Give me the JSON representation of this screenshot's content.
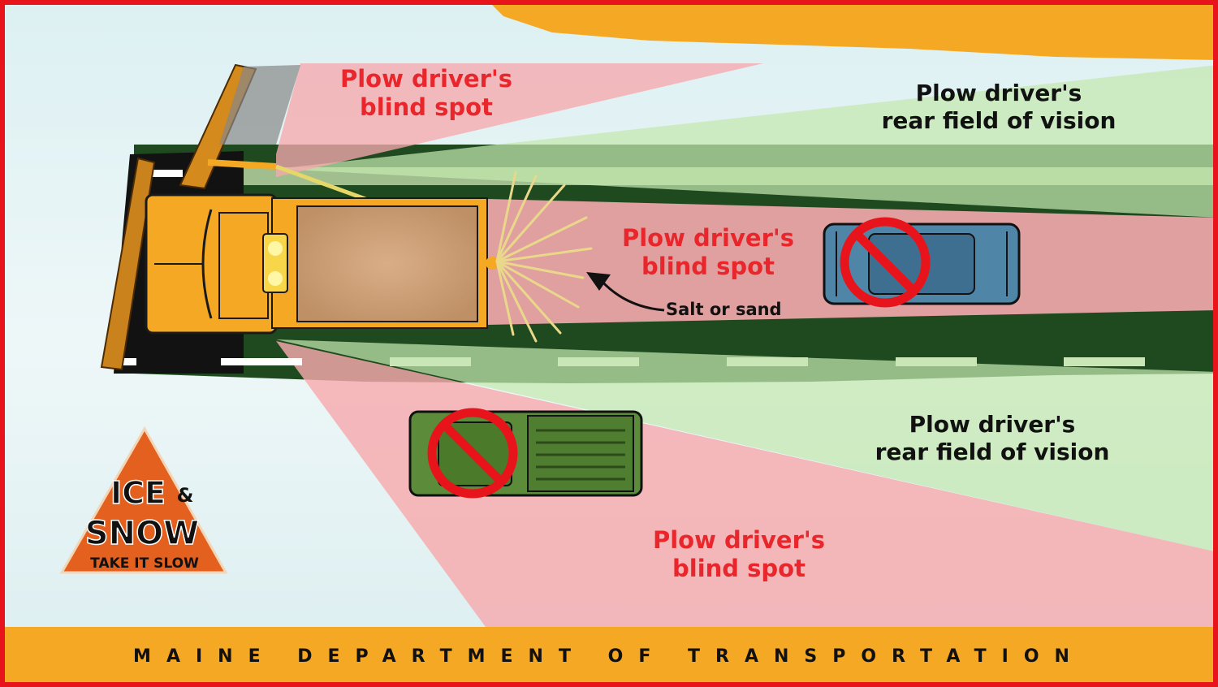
{
  "labels": {
    "blind_spot_top": [
      "Plow driver's",
      "blind spot"
    ],
    "rear_vision_top": [
      "Plow driver's",
      "rear field of vision"
    ],
    "blind_spot_middle": [
      "Plow driver's",
      "blind spot"
    ],
    "salt_or_sand": "Salt or sand",
    "rear_vision_bottom": [
      "Plow driver's",
      "rear field of vision"
    ],
    "blind_spot_bottom": [
      "Plow driver's",
      "blind spot"
    ]
  },
  "logo": {
    "line1": "ICE",
    "amp": "&",
    "line2": "SNOW",
    "line3": "TAKE IT SLOW"
  },
  "footer": "MAINE DEPARTMENT OF TRANSPORTATION",
  "colors": {
    "border": "#e8141b",
    "footer_band": "#f4a823",
    "road": "#1f4a20",
    "blind_spot": "#f2a7ab",
    "rear_vision": "#b9e3a3",
    "plow": "#f4a823",
    "label_red": "#e8262b"
  },
  "icons": [
    "snow-plow-truck-icon",
    "blue-car-icon",
    "green-pickup-icon",
    "prohibited-icon",
    "ice-snow-logo"
  ]
}
